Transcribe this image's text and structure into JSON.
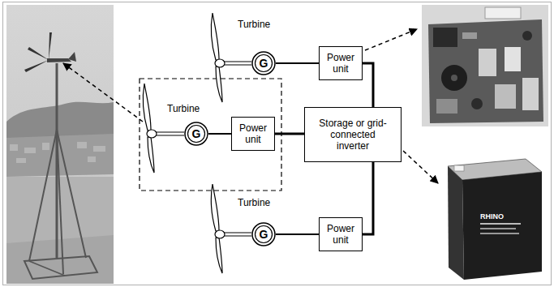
{
  "diagram": {
    "nodes": [
      {
        "text": [
          "G"
        ]
      },
      {
        "text": [
          "Power unit"
        ]
      },
      {
        "text": [
          "G"
        ]
      },
      {
        "text": [
          "Power unit"
        ]
      },
      {
        "text": [
          "Storage or grid-connected inverter"
        ]
      },
      {
        "text": [
          "G"
        ]
      },
      {
        "text": [
          "Power unit"
        ]
      }
    ],
    "edges": [
      {
        "from": 0,
        "to": 1,
        "arrow": "none"
      },
      {
        "from": 2,
        "to": 3,
        "arrow": "none"
      },
      {
        "from": 5,
        "to": 6,
        "arrow": "none"
      },
      {
        "from": 1,
        "to": 4,
        "arrow": "none"
      },
      {
        "from": 3,
        "to": 4,
        "arrow": "none"
      },
      {
        "from": 6,
        "to": 4,
        "arrow": "none"
      }
    ],
    "labels": [
      "Turbine",
      "Turbine",
      "Turbine",
      "RHINO"
    ]
  }
}
